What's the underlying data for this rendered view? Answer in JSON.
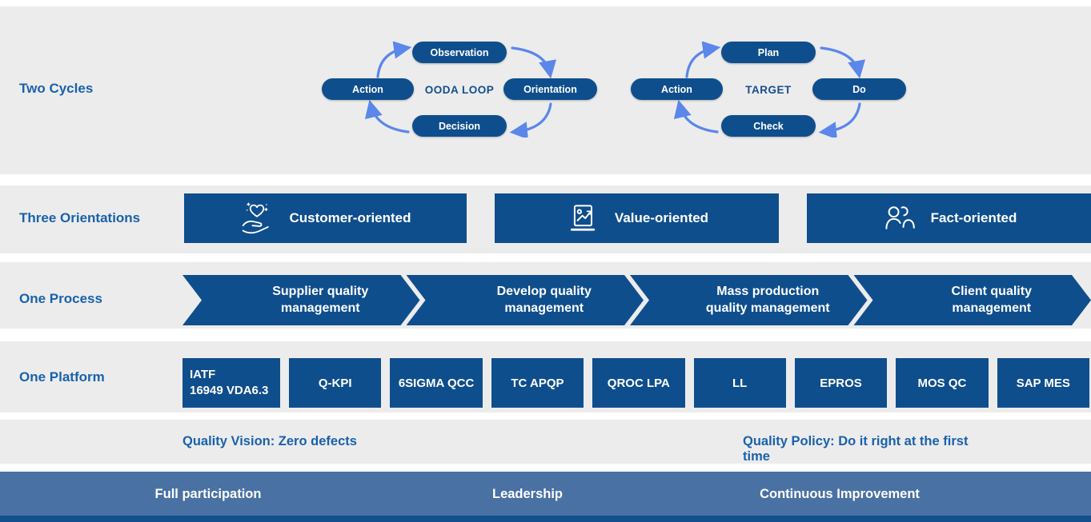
{
  "colors": {
    "deep_blue": "#0f4e8d",
    "label_blue": "#1961ac",
    "arrow_blue": "#5b87ea",
    "footer_blue": "#4a71a3",
    "footer_strip_blue": "#134f8c",
    "band_gray": "#ececec"
  },
  "sections": {
    "cycles": {
      "label": "Two Cycles",
      "ooda": {
        "top": "Observation",
        "right": "Orientation",
        "bottom": "Decision",
        "left": "Action",
        "center": "OODA LOOP"
      },
      "pdca": {
        "top": "Plan",
        "right": "Do",
        "bottom": "Check",
        "left": "Action",
        "center": "TARGET"
      }
    },
    "orientations": {
      "label": "Three Orientations",
      "items": [
        {
          "label": "Customer-oriented",
          "icon": "heart-in-hand-icon"
        },
        {
          "label": "Value-oriented",
          "icon": "chart-board-icon"
        },
        {
          "label": "Fact-oriented",
          "icon": "people-icon"
        }
      ]
    },
    "process": {
      "label": "One Process",
      "steps": [
        "Supplier quality\nmanagement",
        "Develop quality\nmanagement",
        "Mass production\nquality management",
        "Client quality\nmanagement"
      ]
    },
    "platform": {
      "label": "One Platform",
      "items": [
        "IATF\n16949 VDA6.3",
        "Q-KPI",
        "6SIGMA QCC",
        "TC APQP",
        "QROC LPA",
        "LL",
        "EPROS",
        "MOS QC",
        "SAP MES"
      ]
    },
    "vision": {
      "vision": "Quality Vision: Zero defects",
      "policy": "Quality Policy: Do it right at the first time"
    },
    "footer": {
      "items": [
        "Full participation",
        "Leadership",
        "Continuous Improvement"
      ]
    }
  }
}
